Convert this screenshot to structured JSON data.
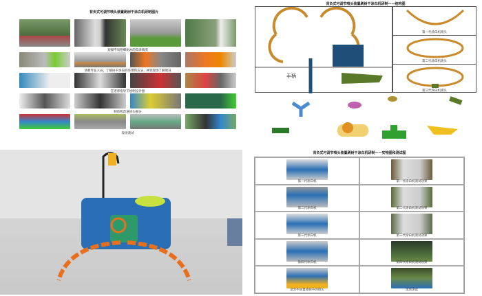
{
  "top_left_panel": {
    "title": "背负式可调节喷头装置刷树干涂白机研制图片",
    "captions": [
      "观察不同粗细树木的白涂情况",
      "请教专业人员，了解树干涂白的作用和方法，并到现场了解情况",
      "在老师指导下绘制设计图",
      "制作和改进喷头部分",
      "现场测试"
    ]
  },
  "top_right_panel": {
    "title": "背负式可调节喷头装置刷树干涂白机研制——结构图",
    "handle_label": "手柄",
    "generations": [
      "第一代涂白机喷头",
      "第二代涂白机喷头",
      "第三代涂白机喷头"
    ]
  },
  "bottom_right_panel": {
    "title": "背负式可调节喷头装置刷树干涂白机研制——实物图和测试图",
    "left_captions": [
      "第一代涂白机",
      "第二代涂白机",
      "第三代涂白机",
      "第四代涂白机",
      "适合不同直径树干的喷头"
    ],
    "right_captions": [
      "第一代涂白机测试效果",
      "第二代涂白机测试效果",
      "第三代涂白机测试效果",
      "第四代涂白机测试效果",
      "现场测试"
    ]
  },
  "colors": {
    "sprayer_blue": "#2a6fb5",
    "ring_orange": "#e8701c",
    "structure_blue": "#1f4e79"
  }
}
